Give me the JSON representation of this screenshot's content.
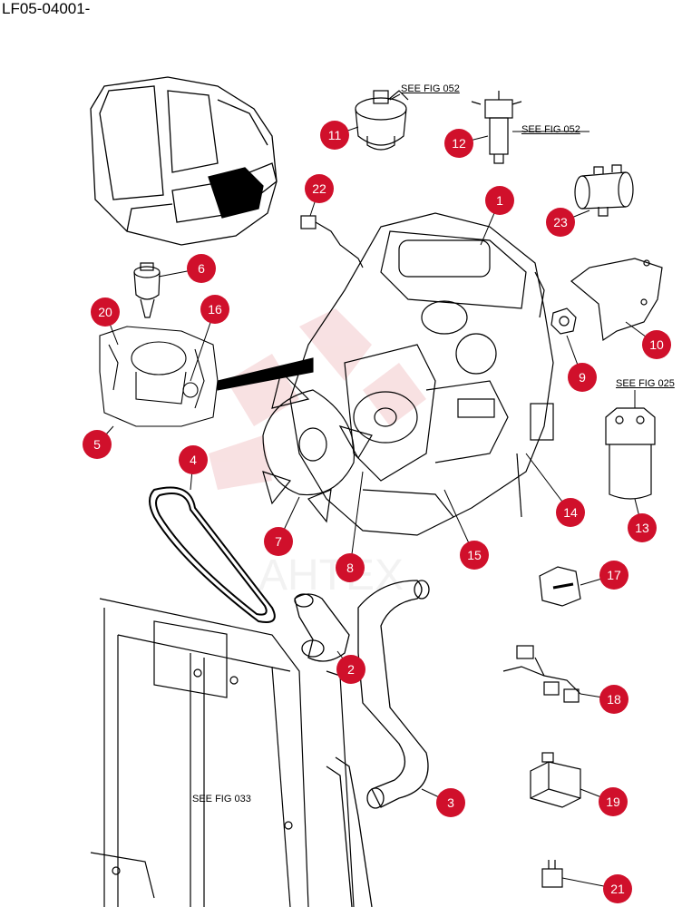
{
  "header": {
    "drawing_id": "LF05-04001-"
  },
  "watermark": {
    "text": "AHTEX"
  },
  "references": [
    {
      "id": "ref-fig052-a",
      "text": "SEE FIG 052"
    },
    {
      "id": "ref-fig052-b",
      "text": "SEE FIG 052"
    },
    {
      "id": "ref-fig025",
      "text": "SEE FIG 025"
    },
    {
      "id": "ref-fig033",
      "text": "SEE FIG 033"
    }
  ],
  "callouts": [
    "1",
    "2",
    "3",
    "4",
    "5",
    "6",
    "7",
    "8",
    "9",
    "10",
    "11",
    "12",
    "13",
    "14",
    "15",
    "16",
    "17",
    "18",
    "19",
    "20",
    "21",
    "22",
    "23"
  ],
  "colors": {
    "callout_fill": "#d0102b",
    "callout_text": "#ffffff",
    "line": "#000000",
    "watermark": "#f3c9cc"
  }
}
